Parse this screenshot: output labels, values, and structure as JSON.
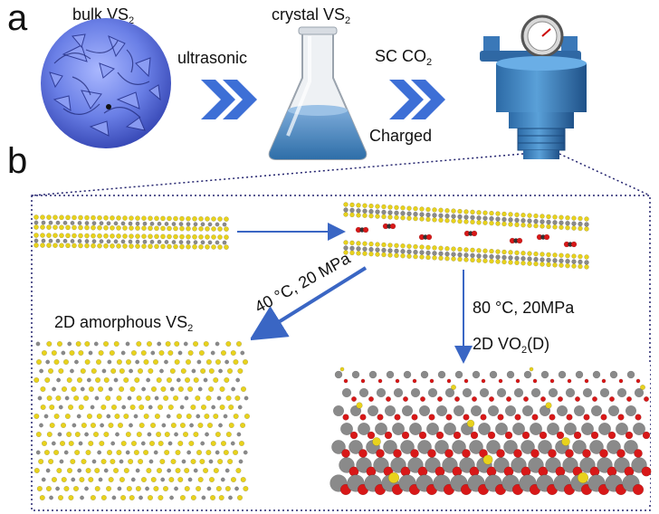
{
  "panel_a": {
    "letter": "a",
    "bulk_label": "bulk VS",
    "bulk_sub": "2",
    "crystal_label": "crystal VS",
    "crystal_sub": "2",
    "step1_label": "ultrasonic",
    "step2_label": "SC CO",
    "step2_sub": "2",
    "step2_note": "Charged"
  },
  "panel_b": {
    "letter": "b",
    "left_product_label": "2D amorphous VS",
    "left_product_sub": "2",
    "left_condition": "40 °C, 20 MPa",
    "right_condition": "80 °C, 20MPa",
    "right_product_label": "2D VO",
    "right_product_sub": "2",
    "right_product_suffix": "(D)"
  },
  "colors": {
    "arrow_blue": "#3a66c4",
    "chevron_blue": "#3d6fd6",
    "sulfur_yellow": "#e8d21c",
    "vanadium_gray": "#8a8a8a",
    "oxygen_red": "#d81818",
    "border_navy": "#23236e"
  }
}
